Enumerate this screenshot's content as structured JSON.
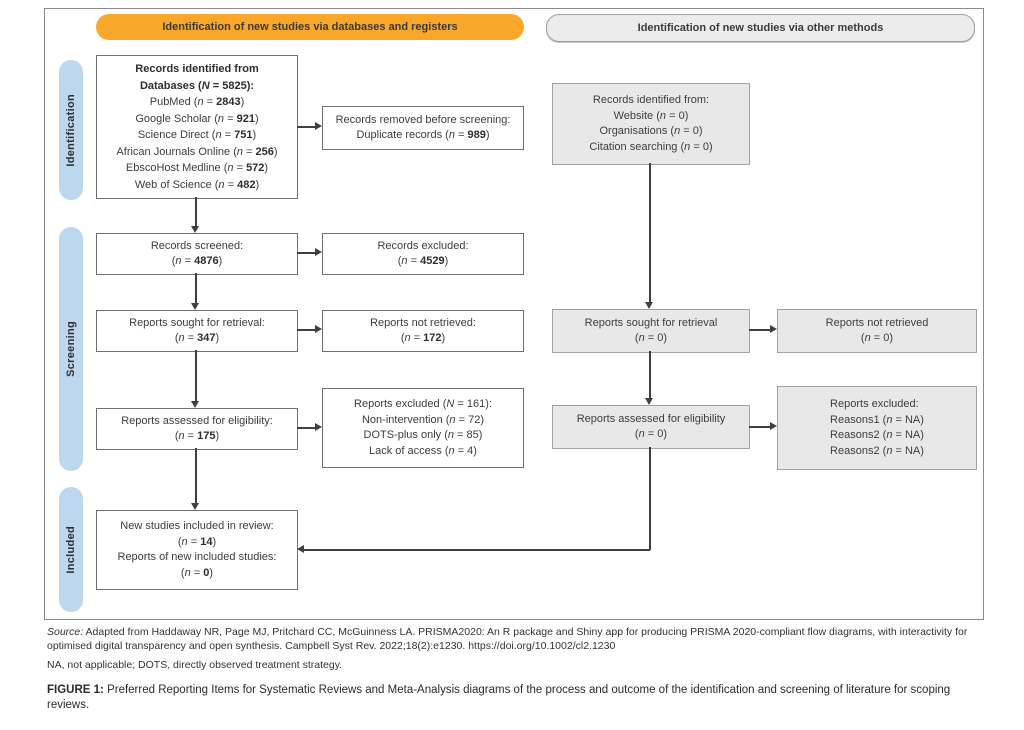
{
  "headers": {
    "databases": "Identification of new studies via databases and registers",
    "other_methods": "Identification of new studies via other methods"
  },
  "stages": {
    "identification": "Identification",
    "screening": "Screening",
    "included": "Included"
  },
  "boxes": {
    "db_identified": {
      "lines": [
        "Records identified from",
        "Databases (N = 5825):",
        "PubMed (n = 2843)",
        "Google Scholar (n = 921)",
        "Science Direct (n = 751)",
        "African Journals Online (n = 256)",
        "EbscoHost Medline (n = 572)",
        "Web of Science (n = 482)"
      ]
    },
    "records_removed": {
      "lines": [
        "Records removed before screening:",
        "Duplicate records (n = 989)"
      ]
    },
    "records_screened": {
      "lines": [
        "Records screened:",
        "(n = 4876)"
      ]
    },
    "records_excluded": {
      "lines": [
        "Records excluded:",
        "(n = 4529)"
      ]
    },
    "reports_sought": {
      "lines": [
        "Reports sought for retrieval:",
        "(n = 347)"
      ]
    },
    "reports_not_retrieved": {
      "lines": [
        "Reports not retrieved:",
        "(n = 172)"
      ]
    },
    "reports_assessed": {
      "lines": [
        "Reports assessed for eligibility:",
        "(n = 175)"
      ]
    },
    "reports_excluded": {
      "lines": [
        "Reports excluded (N = 161):",
        "Non-intervention (n = 72)",
        "DOTS-plus only (n = 85)",
        "Lack of access (n = 4)"
      ]
    },
    "new_studies_included": {
      "lines": [
        "New studies included in review:",
        "(n = 14)",
        "Reports of new included studies:",
        "(n = 0)"
      ]
    },
    "other_identified": {
      "lines": [
        "Records identified from:",
        "Website (n = 0)",
        "Organisations (n = 0)",
        "Citation searching (n = 0)"
      ]
    },
    "other_sought": {
      "lines": [
        "Reports sought for retrieval",
        "(n = 0)"
      ]
    },
    "other_not_retrieved": {
      "lines": [
        "Reports not retrieved",
        "(n = 0)"
      ]
    },
    "other_assessed": {
      "lines": [
        "Reports assessed for eligibility",
        "(n = 0)"
      ]
    },
    "other_excluded": {
      "lines": [
        "Reports excluded:",
        "Reasons1 (n = NA)",
        "Reasons2 (n = NA)",
        "Reasons2 (n = NA)"
      ]
    }
  },
  "footer": {
    "source_label": "Source:",
    "source_text": " Adapted from Haddaway NR, Page MJ, Pritchard CC, McGuinness LA. PRISMA2020: An R package and Shiny app for producing PRISMA 2020-compliant flow diagrams, with interactivity for optimised digital transparency and open synthesis. Campbell Syst Rev. 2022;18(2):e1230. https://doi.org/10.1002/cl2.1230",
    "abbreviations": "NA, not applicable; DOTS, directly observed treatment strategy.",
    "figure_label": "FIGURE 1:",
    "figure_text": " Preferred Reporting Items for Systematic Reviews and Meta-Analysis diagrams of the process and outcome of the identification and screening of literature for scoping reviews."
  },
  "colors": {
    "accent_orange": "#F9A72B",
    "stage_blue": "#BDD7EE",
    "box_gray": "#E9E8E8"
  }
}
